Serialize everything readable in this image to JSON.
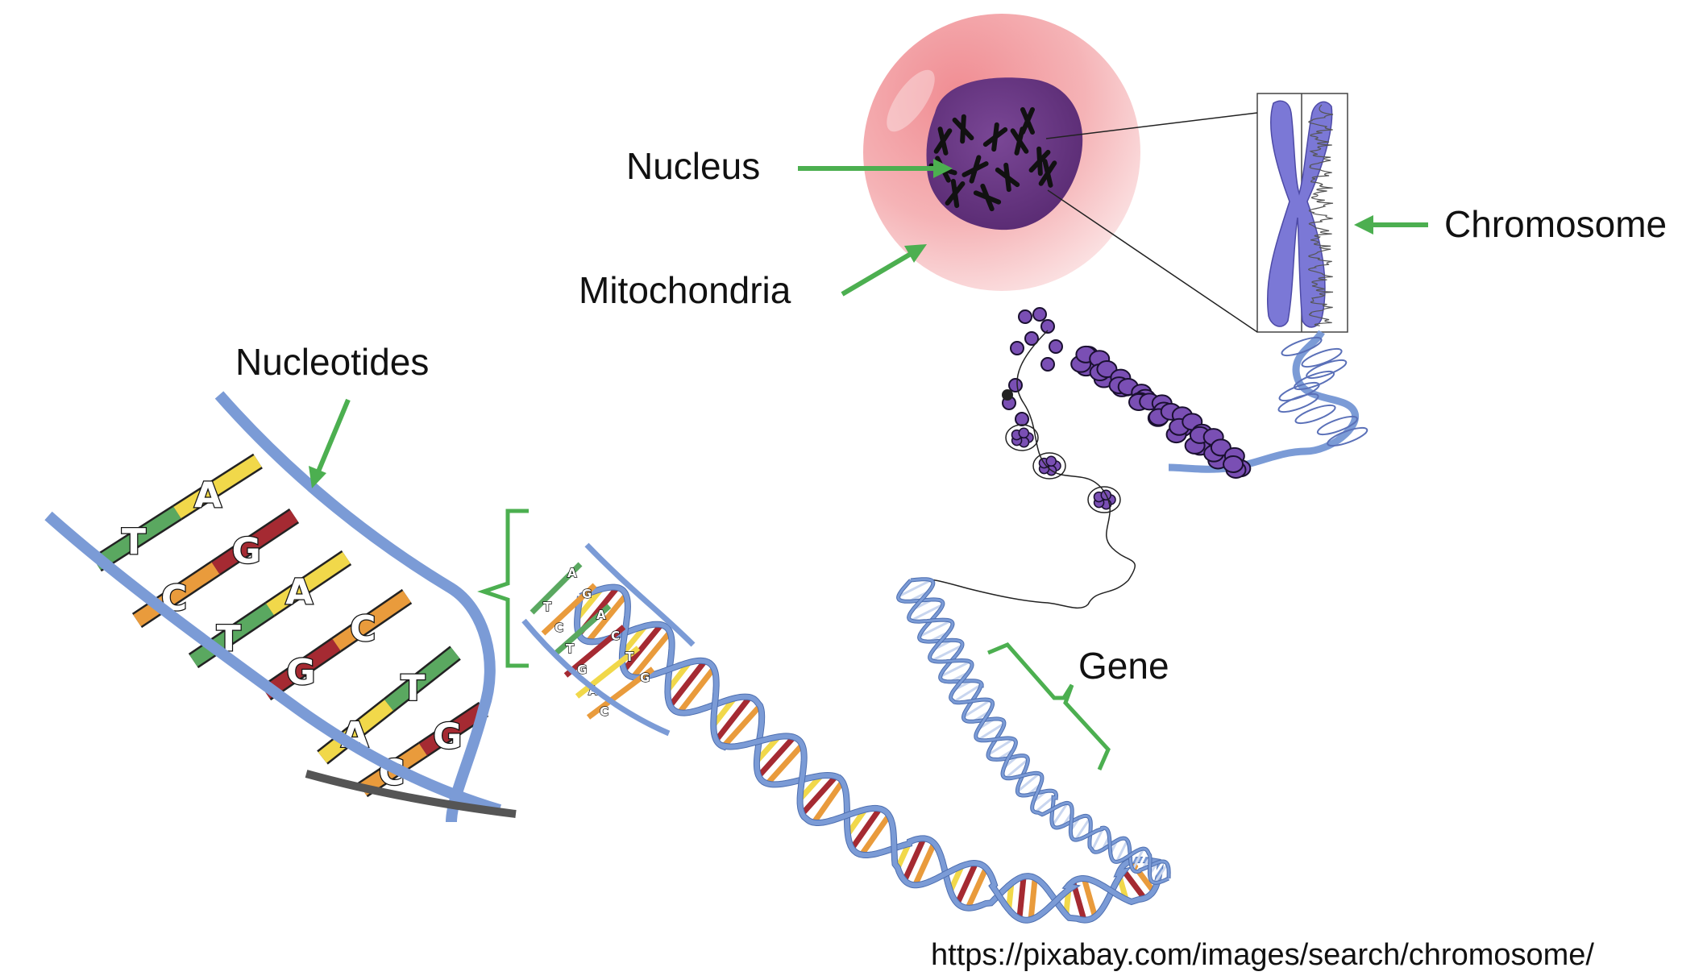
{
  "labels": {
    "nucleus": "Nucleus",
    "mitochondria": "Mitochondria",
    "chromosome": "Chromosome",
    "nucleotides": "Nucleotides",
    "gene": "Gene"
  },
  "source_url": "https://pixabay.com/images/search/chromosome/",
  "base_pairs": [
    {
      "left": "T",
      "right": "A"
    },
    {
      "left": "C",
      "right": "G"
    },
    {
      "left": "T",
      "right": "A"
    },
    {
      "left": "G",
      "right": "C"
    },
    {
      "left": "A",
      "right": "T"
    },
    {
      "left": "C",
      "right": "G"
    }
  ],
  "colors": {
    "arrow_green": "#4caf50",
    "backbone_blue": "#7b9bd6",
    "cell_pink": "#f4b6b8",
    "nucleus_purple": "#6b3a88",
    "chromosome_blue": "#7b78d6",
    "base_green": "#5aa860",
    "base_yellow": "#f1d84a",
    "base_red": "#a52a32",
    "base_orange": "#e99b3c"
  }
}
